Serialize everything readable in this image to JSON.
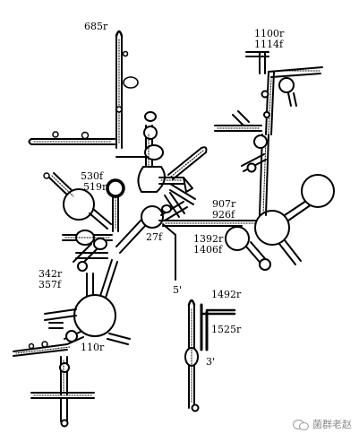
{
  "labels": {
    "l685r": "685r",
    "l1100r": "1100r",
    "l1114f": "1114f",
    "l530f": "530f",
    "l519r": "519r",
    "l907r": "907r",
    "l926f": "926f",
    "l27f": "27f",
    "l1392r": "1392r",
    "l1406f": "1406f",
    "l342r": "342r",
    "l357f": "357f",
    "l5p": "5'",
    "l1492r": "1492r",
    "l1525r": "1525r",
    "l3p": "3'",
    "l110r": "110r"
  },
  "watermark": {
    "text": "菌群老赵",
    "icon": "wechat-icon"
  }
}
